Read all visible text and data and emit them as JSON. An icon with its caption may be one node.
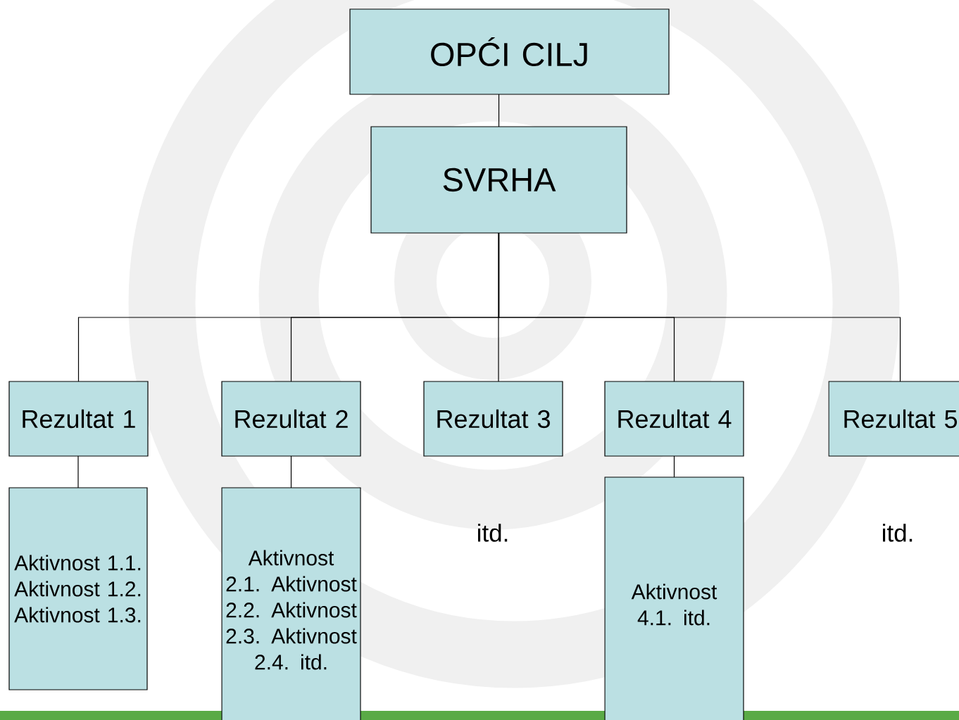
{
  "diagram": {
    "nodes": [
      {
        "text": [
          "OPĆI CILJ"
        ]
      },
      {
        "text": [
          "SVRHA"
        ]
      },
      {
        "text": [
          "Rezultat 1"
        ]
      },
      {
        "text": [
          "Rezultat 2"
        ]
      },
      {
        "text": [
          "Rezultat 3"
        ]
      },
      {
        "text": [
          "Rezultat 4"
        ]
      },
      {
        "text": [
          "Rezultat 5"
        ]
      },
      {
        "text": [
          "Aktivnost 1.1. Aktivnost 1.2. Aktivnost 1.3."
        ]
      },
      {
        "text": [
          "Aktivnost 2.1. Aktivnost 2.2. Aktivnost 2.3. Aktivnost 2.4. itd."
        ]
      },
      {
        "text": [
          "Aktivnost 4.1. itd."
        ]
      }
    ],
    "edges": [
      {
        "from": 0,
        "to": 1,
        "arrow": "none"
      },
      {
        "from": 1,
        "to": 2,
        "arrow": "none"
      },
      {
        "from": 1,
        "to": 3,
        "arrow": "none"
      },
      {
        "from": 1,
        "to": 4,
        "arrow": "none"
      },
      {
        "from": 1,
        "to": 5,
        "arrow": "none"
      },
      {
        "from": 1,
        "to": 6,
        "arrow": "none"
      },
      {
        "from": 2,
        "to": 7,
        "arrow": "none"
      },
      {
        "from": 3,
        "to": 8,
        "arrow": "none"
      },
      {
        "from": 5,
        "to": 9,
        "arrow": "none"
      }
    ],
    "labels": [
      "itd.",
      "itd."
    ]
  }
}
